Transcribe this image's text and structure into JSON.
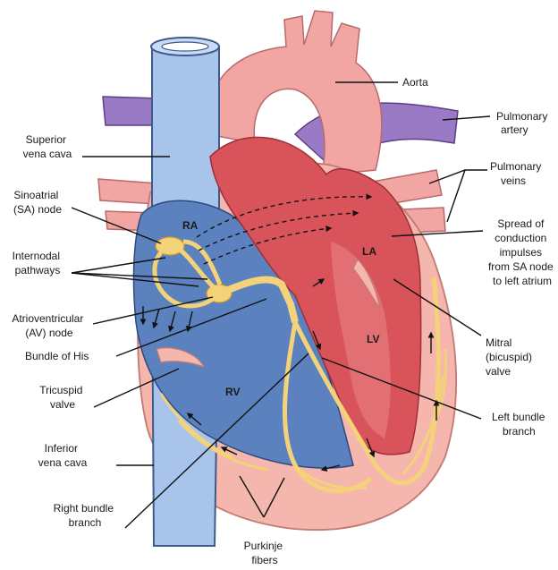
{
  "colors": {
    "vein_blue": "#a9c4ea",
    "vein_outline": "#3d5a8a",
    "aorta_pink": "#f1a6a4",
    "pulmonary_purple": "#9a7ac4",
    "right_chamber_blue": "#5b82bf",
    "left_chamber_red": "#d9545a",
    "myocardium_pink": "#f4b6ad",
    "conduction_yellow": "#f4d27a"
  },
  "labels": {
    "aorta": "Aorta",
    "pulmonary_artery": [
      "Pulmonary",
      "artery"
    ],
    "superior_vena_cava": [
      "Superior",
      "vena cava"
    ],
    "pulmonary_veins": [
      "Pulmonary",
      "veins"
    ],
    "sa_node": [
      "Sinoatrial",
      "(SA) node"
    ],
    "internodal": [
      "Internodal",
      "pathways"
    ],
    "spread": [
      "Spread of",
      "conduction",
      "impulses",
      "from SA node",
      "to left atrium"
    ],
    "av_node": [
      "Atrioventricular",
      "(AV) node"
    ],
    "bundle_his": "Bundle of His",
    "mitral": [
      "Mitral",
      "(bicuspid)",
      "valve"
    ],
    "tricuspid": [
      "Tricuspid",
      "valve"
    ],
    "left_bundle": [
      "Left bundle",
      "branch"
    ],
    "inferior_vena_cava": [
      "Inferior",
      "vena cava"
    ],
    "right_bundle": [
      "Right bundle",
      "branch"
    ],
    "purkinje": [
      "Purkinje",
      "fibers"
    ]
  },
  "chambers": {
    "ra": "RA",
    "la": "LA",
    "rv": "RV",
    "lv": "LV"
  }
}
